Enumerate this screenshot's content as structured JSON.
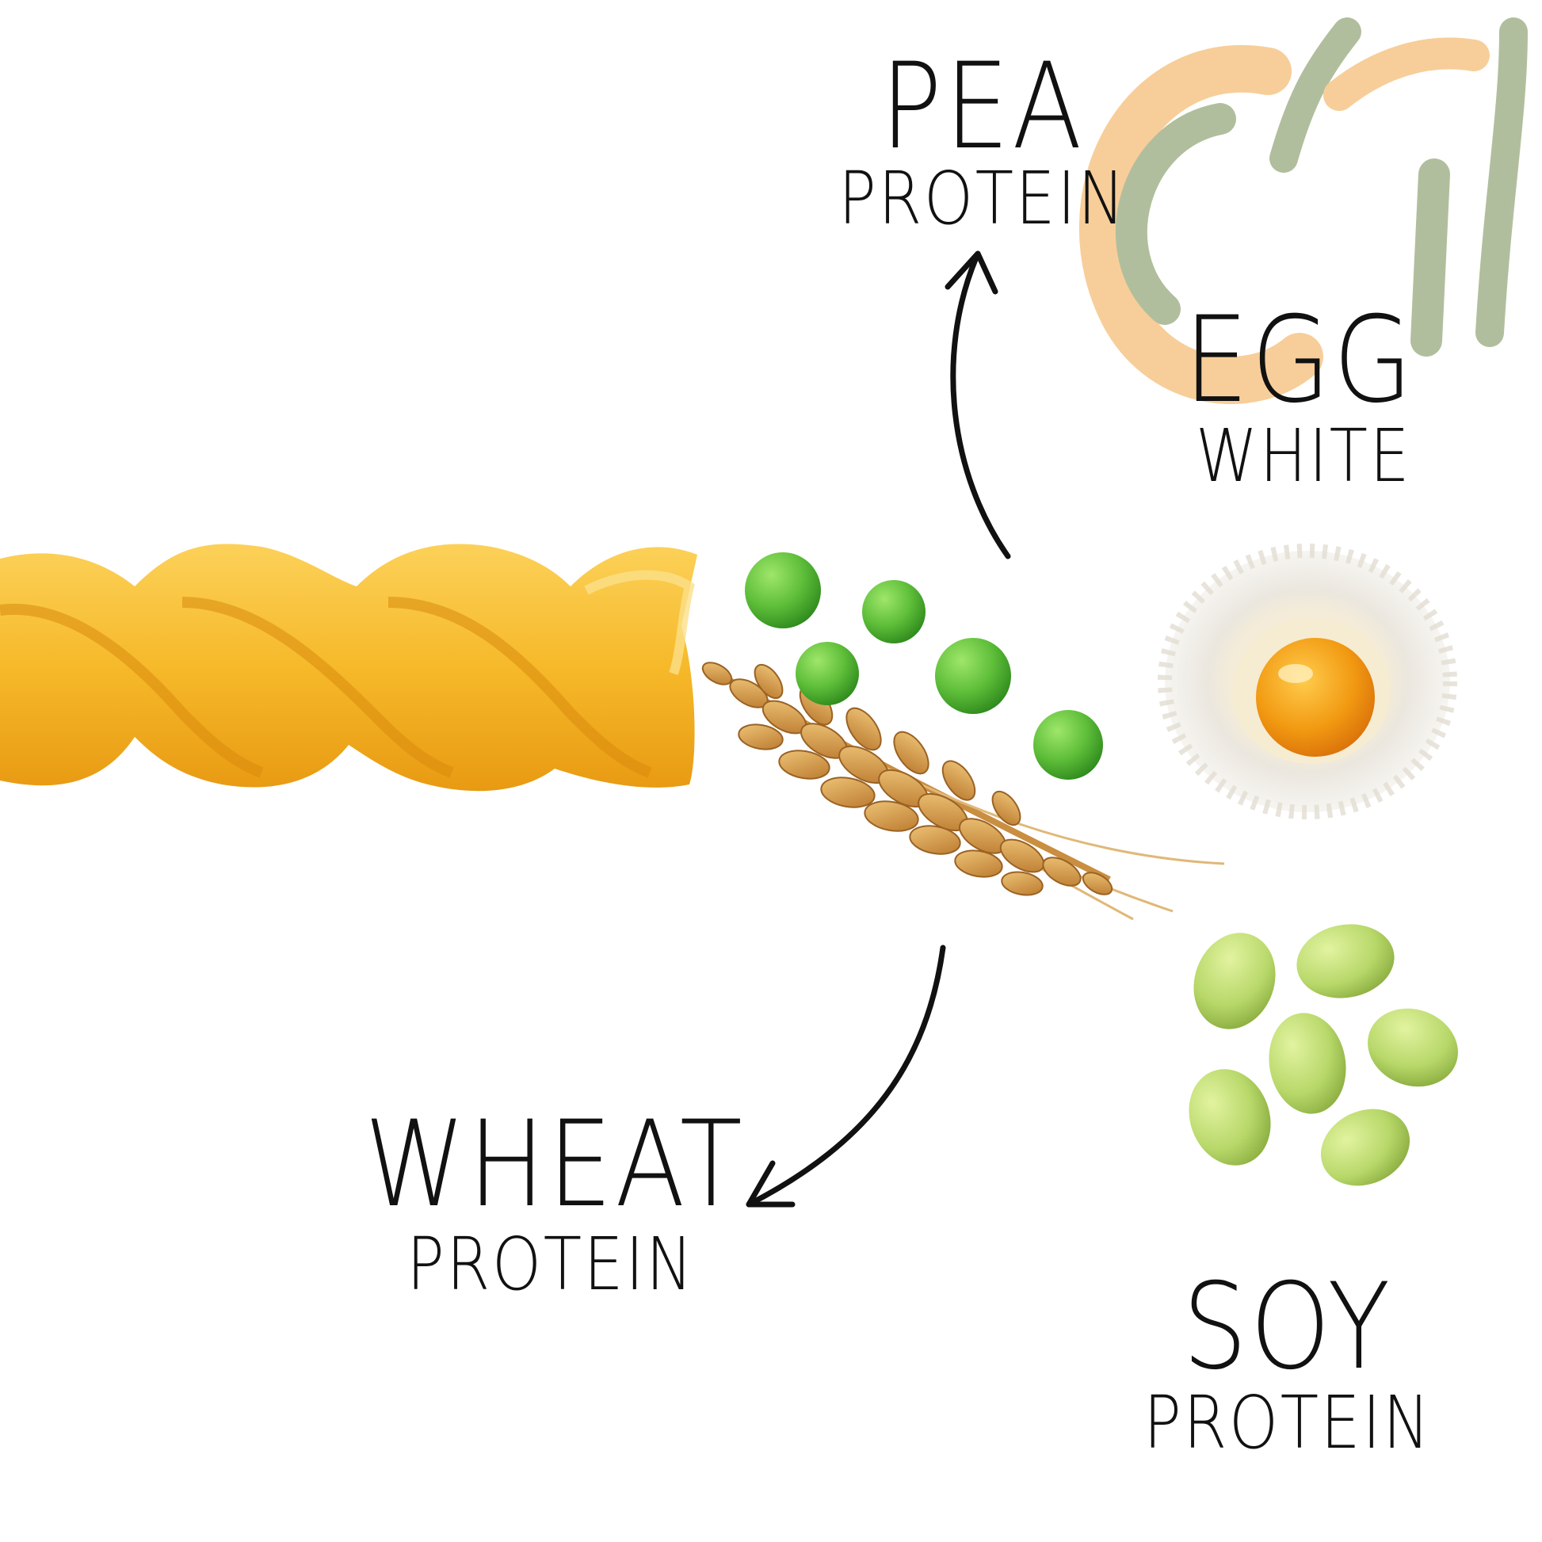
{
  "labels": {
    "pea": {
      "title": "PEA",
      "sub": "PROTEIN"
    },
    "egg": {
      "title": "EGG",
      "sub": "WHITE"
    },
    "wheat": {
      "title": "WHEAT",
      "sub": "PROTEIN"
    },
    "soy": {
      "title": "SOY",
      "sub": "PROTEIN"
    }
  },
  "colors": {
    "text": "#111111",
    "pasta": "#f6b92a",
    "pea": "#5fbf3a",
    "soy": "#b8d86a",
    "wheat": "#d9a04a",
    "flour": "#efede8",
    "yolk": "#f29a12",
    "logo_orange": "#f7c98e",
    "logo_green": "#a9b893"
  },
  "icons": [
    "fusilli-pasta-image",
    "pea-image",
    "wheat-ear-image",
    "egg-in-flour-image",
    "soybean-image",
    "logo-watermark",
    "arrow-icon"
  ]
}
